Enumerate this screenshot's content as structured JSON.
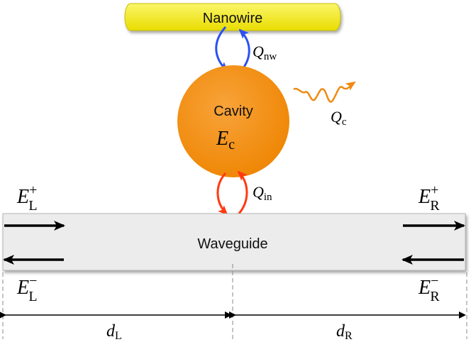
{
  "colors": {
    "nanowire_fill": "#f6ef1f",
    "cavity_fill": "#f5930e",
    "waveguide_fill": "#ececec",
    "nanowire_arrow": "#2b50f0",
    "input_arrow": "#ff3a10",
    "emission": "#f08a10",
    "line": "#000000"
  },
  "nanowire": {
    "label": "Nanowire"
  },
  "cavity": {
    "label": "Cavity",
    "energy_main": "E",
    "energy_sub": "c"
  },
  "waveguide": {
    "label": "Waveguide"
  },
  "couplings": {
    "nw": {
      "main": "Q",
      "sub": "nw"
    },
    "in": {
      "main": "Q",
      "sub": "in"
    },
    "c": {
      "main": "Q",
      "sub": "c"
    }
  },
  "fields": {
    "left_plus": {
      "main": "E",
      "sub": "L",
      "sup": "+"
    },
    "left_minus": {
      "main": "E",
      "sub": "L",
      "sup": "−"
    },
    "right_plus": {
      "main": "E",
      "sub": "R",
      "sup": "+"
    },
    "right_minus": {
      "main": "E",
      "sub": "R",
      "sup": "−"
    }
  },
  "distances": {
    "left": {
      "main": "d",
      "sub": "L"
    },
    "right": {
      "main": "d",
      "sub": "R"
    }
  }
}
